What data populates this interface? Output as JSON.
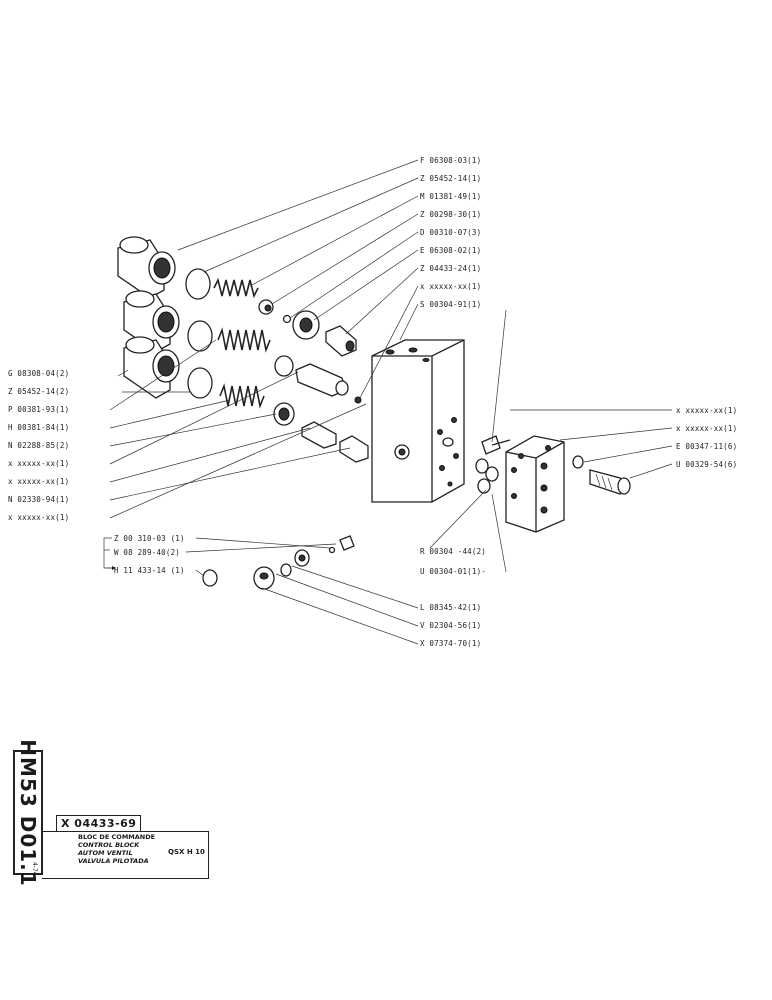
{
  "labels_right": [
    "F 06308-03(1)",
    "Z 05452-14(1)",
    "M 01381-49(1)",
    "Z 00298-30(1)",
    "D 00310-07(3)",
    "E 06308-02(1)",
    "Z 04433-24(1)",
    "x xxxxx-xx(1)",
    "S 00304-91(1)"
  ],
  "labels_left": [
    "G 08308-04(2)",
    "Z 05452-14(2)",
    "P 00381-93(1)",
    "H 00381-84(1)",
    "N 02288-85(2)",
    "x xxxxx-xx(1)",
    "x xxxxx-xx(1)",
    "N 02330-94(1)",
    "x xxxxx-xx(1)"
  ],
  "labels_far_right": [
    "x xxxxx-xx(1)",
    "x xxxxx-xx(1)",
    "E 00347-11(6)",
    "U 00329-54(6)"
  ],
  "labels_lower_left": [
    "Z 00 310-03 (1)",
    "W 08 289-40(2)",
    "H 11 433-14 (1)"
  ],
  "labels_lower_mid": [
    "R 00304 -44(2)",
    "U 00304-01(1)-"
  ],
  "labels_bottom": [
    "L 08345-42(1)",
    "V 02304-56(1)",
    "X 07374-70(1)"
  ],
  "title_block": {
    "side_code": "HM53 D01.1",
    "date": "4-74",
    "reference": "X 04433-69",
    "desc_fr": "BLOC DE COMMANDE",
    "desc_en": "CONTROL BLOCK",
    "desc_de": "AUTOM VENTIL",
    "desc_es": "VALVULA PILOTADA",
    "model": "QSX H 10"
  }
}
